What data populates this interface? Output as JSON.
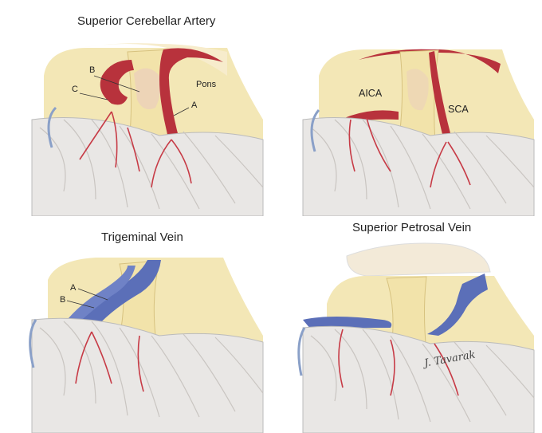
{
  "panels": [
    {
      "title": "Superior Cerebellar Artery",
      "labels": {
        "b": "B",
        "c": "C",
        "pons": "Pons",
        "a": "A"
      }
    },
    {
      "title": "",
      "labels": {
        "aica": "AICA",
        "sca": "SCA"
      }
    },
    {
      "title": "Trigeminal Vein",
      "labels": {
        "a": "A",
        "b": "B"
      }
    },
    {
      "title": "Superior Petrosal Vein",
      "labels": {}
    }
  ],
  "signature": "J. Tavarak",
  "colors": {
    "background": "#ffffff",
    "tissue": "#f3e7b6",
    "nerve": "#f2e3aa",
    "artery": "#b8323c",
    "vein": "#5b6fb8",
    "cerebellum": "#e9e7e5",
    "vessel_small": "#c73b46"
  }
}
